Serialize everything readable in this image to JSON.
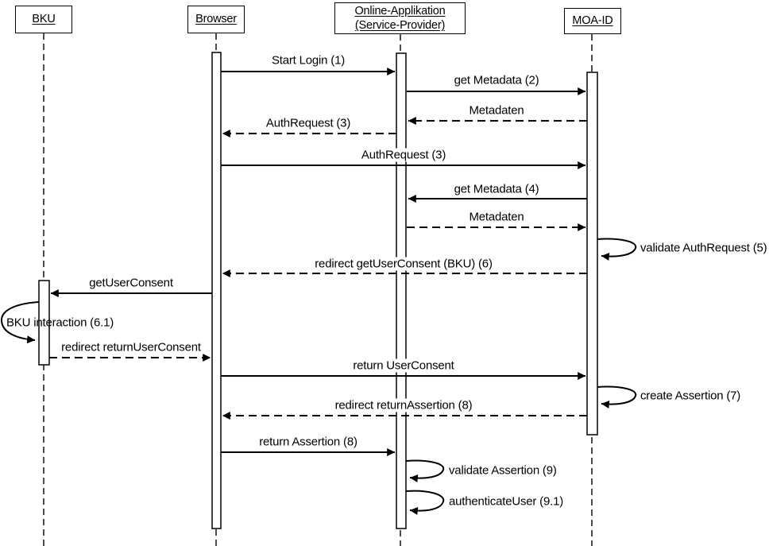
{
  "diagram_type": "uml-sequence-diagram",
  "actors": [
    {
      "id": "bku",
      "label": "BKU"
    },
    {
      "id": "browser",
      "label": "Browser"
    },
    {
      "id": "online-applikation",
      "label": "Online-Applikation (Service-Provider)"
    },
    {
      "id": "moa-id",
      "label": "MOA-ID"
    }
  ],
  "messages": [
    {
      "label": "Start Login (1)",
      "from": "browser",
      "to": "online-applikation",
      "line": "solid"
    },
    {
      "label": "get Metadata (2)",
      "from": "online-applikation",
      "to": "moa-id",
      "line": "solid"
    },
    {
      "label": "Metadaten",
      "from": "moa-id",
      "to": "online-applikation",
      "line": "dashed"
    },
    {
      "label": "AuthRequest (3)",
      "from": "online-applikation",
      "to": "browser",
      "line": "dashed"
    },
    {
      "label": "AuthRequest (3)",
      "from": "browser",
      "to": "moa-id",
      "line": "solid"
    },
    {
      "label": "get Metadata (4)",
      "from": "moa-id",
      "to": "online-applikation",
      "line": "solid"
    },
    {
      "label": "Metadaten",
      "from": "online-applikation",
      "to": "moa-id",
      "line": "dashed"
    },
    {
      "label": "redirect getUserConsent (BKU) (6)",
      "from": "moa-id",
      "to": "browser",
      "line": "dashed"
    },
    {
      "label": "getUserConsent",
      "from": "browser",
      "to": "bku",
      "line": "solid"
    },
    {
      "label": "redirect returnUserConsent",
      "from": "bku",
      "to": "browser",
      "line": "dashed"
    },
    {
      "label": "return UserConsent",
      "from": "browser",
      "to": "moa-id",
      "line": "solid"
    },
    {
      "label": "redirect returnAssertion (8)",
      "from": "moa-id",
      "to": "browser",
      "line": "dashed"
    },
    {
      "label": "return Assertion (8)",
      "from": "browser",
      "to": "online-applikation",
      "line": "solid"
    }
  ],
  "self_messages": [
    {
      "label": "validate AuthRequest (5)",
      "actor": "moa-id",
      "side": "right"
    },
    {
      "label": "BKU interaction (6.1)",
      "actor": "bku",
      "side": "left"
    },
    {
      "label": "create Assertion (7)",
      "actor": "moa-id",
      "side": "right"
    },
    {
      "label": "validate Assertion (9)",
      "actor": "online-applikation",
      "side": "right"
    },
    {
      "label": "authenticateUser (9.1)",
      "actor": "online-applikation",
      "side": "right"
    }
  ],
  "colors": {
    "line": "#000000",
    "background": "#ffffff",
    "activation_fill": "#ffffff"
  }
}
